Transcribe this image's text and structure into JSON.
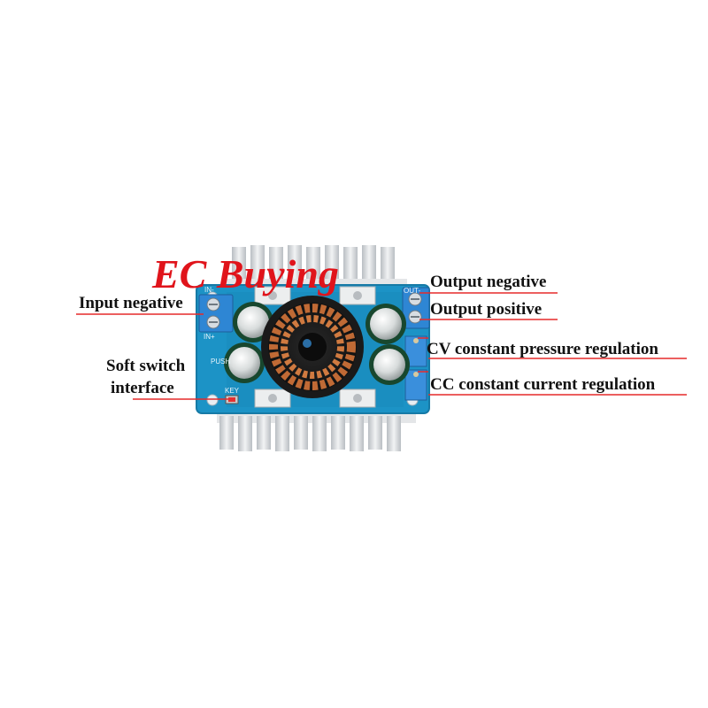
{
  "brand": {
    "text": "EC Buying",
    "color": "#e0141b"
  },
  "labels": {
    "input_negative": "Input negative",
    "soft_switch_line1": "Soft switch",
    "soft_switch_line2": "interface",
    "output_negative": "Output negative",
    "output_positive": "Output positive",
    "cv_regulation": "CV constant pressure regulation",
    "cc_regulation": "CC constant current regulation"
  },
  "board_marks": {
    "in_minus": "IN-",
    "in_plus": "IN+",
    "push": "PUSH",
    "key": "KEY",
    "out_minus": "OUT-"
  },
  "colors": {
    "pcb": "#1c93c6",
    "heatsink": "#d9dcdf",
    "terminal": "#2e86d4",
    "copper": "#c06a35",
    "leader_line": "#e52a2a"
  }
}
